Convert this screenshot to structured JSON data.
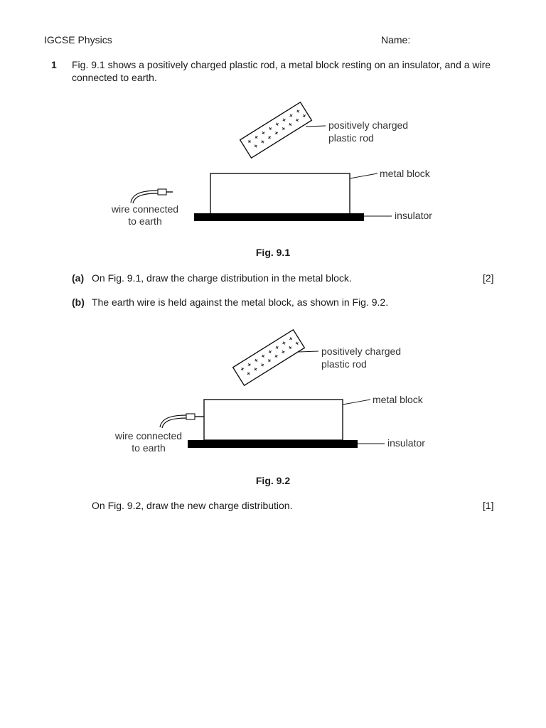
{
  "header": {
    "subject": "IGCSE Physics",
    "name_label": "Name:"
  },
  "question": {
    "number": "1",
    "intro_line1": "Fig. 9.1 shows a positively charged plastic rod, a metal block resting on an insulator, and a wire",
    "intro_line2": "connected to earth."
  },
  "figure1": {
    "rod_label_line1": "positively charged",
    "rod_label_line2": "plastic rod",
    "block_label": "metal block",
    "insulator_label": "insulator",
    "wire_label_line1": "wire connected",
    "wire_label_line2": "to earth",
    "caption": "Fig. 9.1"
  },
  "part_a": {
    "label": "(a)",
    "text": "On Fig. 9.1, draw the charge distribution in the metal block.",
    "marks": "[2]"
  },
  "part_b": {
    "label": "(b)",
    "text": "The earth wire is held against the metal block, as shown in Fig. 9.2."
  },
  "figure2": {
    "rod_label_line1": "positively charged",
    "rod_label_line2": "plastic rod",
    "block_label": "metal block",
    "insulator_label": "insulator",
    "wire_label_line1": "wire connected",
    "wire_label_line2": "to earth",
    "caption": "Fig. 9.2"
  },
  "part_b_instruction": {
    "text": "On Fig. 9.2, draw the new charge distribution.",
    "marks": "[1]"
  },
  "rod_charge_symbol": "+"
}
